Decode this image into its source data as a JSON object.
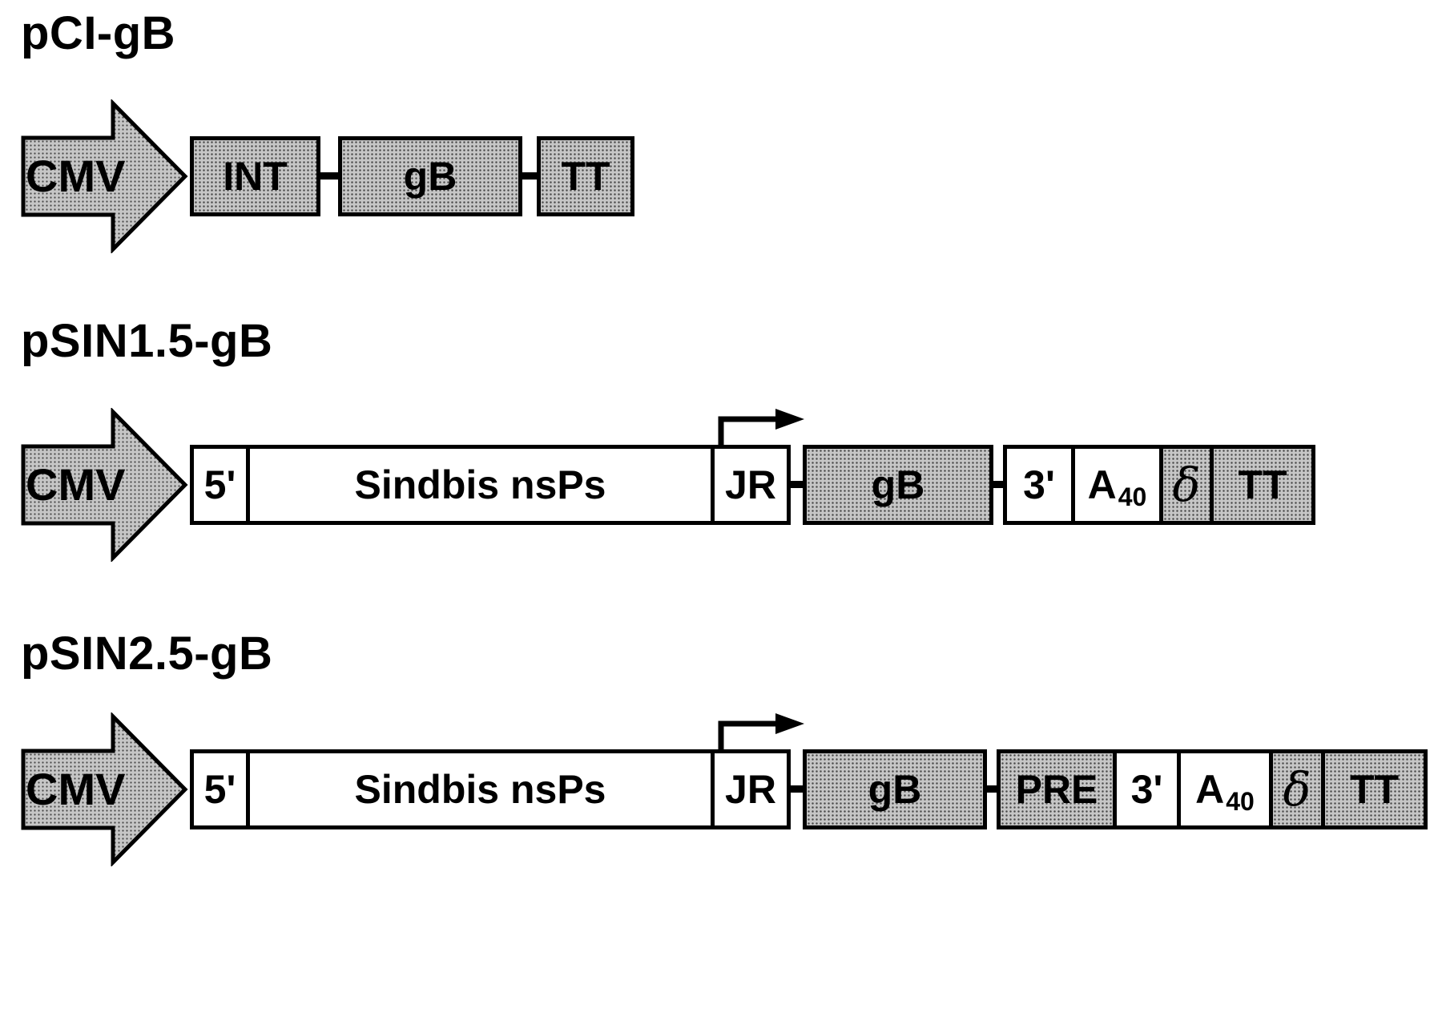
{
  "figure": {
    "colors": {
      "background": "#ffffff",
      "outline": "#000000",
      "shaded_fill": "#c6c6c6",
      "stipple_dot": "#474747"
    },
    "icons": {
      "promoter_arrow": "right-block-arrow",
      "subgenomic_promoter": "bent-right-arrow"
    },
    "constructs": [
      {
        "name": "pCI-gB",
        "promoter_label": "CMV",
        "boxes": {
          "int": "INT",
          "gb": "gB",
          "tt": "TT"
        }
      },
      {
        "name": "pSIN1.5-gB",
        "promoter_label": "CMV",
        "boxes": {
          "five_prime": "5'",
          "nsps": "Sindbis nsPs",
          "jr": "JR",
          "gb": "gB",
          "three_prime": "3'",
          "a_main": "A",
          "a_sub": "40",
          "delta": "δ",
          "tt": "TT"
        }
      },
      {
        "name": "pSIN2.5-gB",
        "promoter_label": "CMV",
        "boxes": {
          "five_prime": "5'",
          "nsps": "Sindbis nsPs",
          "jr": "JR",
          "gb": "gB",
          "pre": "PRE",
          "three_prime": "3'",
          "a_main": "A",
          "a_sub": "40",
          "delta": "δ",
          "tt": "TT"
        }
      }
    ]
  }
}
